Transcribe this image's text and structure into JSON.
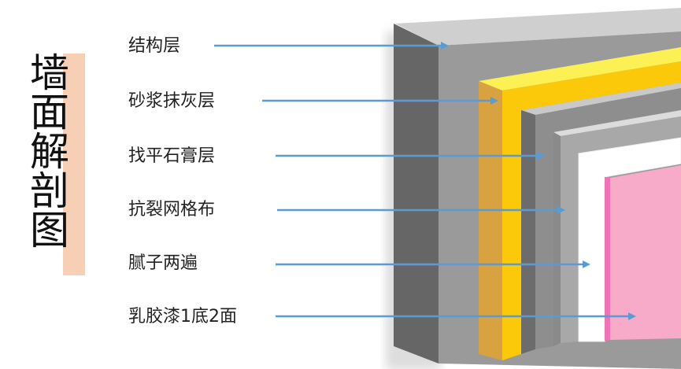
{
  "title": "墙面解剖图",
  "layers": [
    {
      "label": "结构层",
      "color": "#9a9a9a"
    },
    {
      "label": "砂浆抹灰层",
      "color": "#fbc80a"
    },
    {
      "label": "找平石膏层",
      "color": "#8e8e8e"
    },
    {
      "label": "抗裂网格布",
      "color": "#a8a8a8"
    },
    {
      "label": "腻子两遍",
      "color": "#ffffff"
    },
    {
      "label": "乳胶漆1底2面",
      "color": "#f8abc8"
    }
  ],
  "arrow_color": "#5b9bd5"
}
